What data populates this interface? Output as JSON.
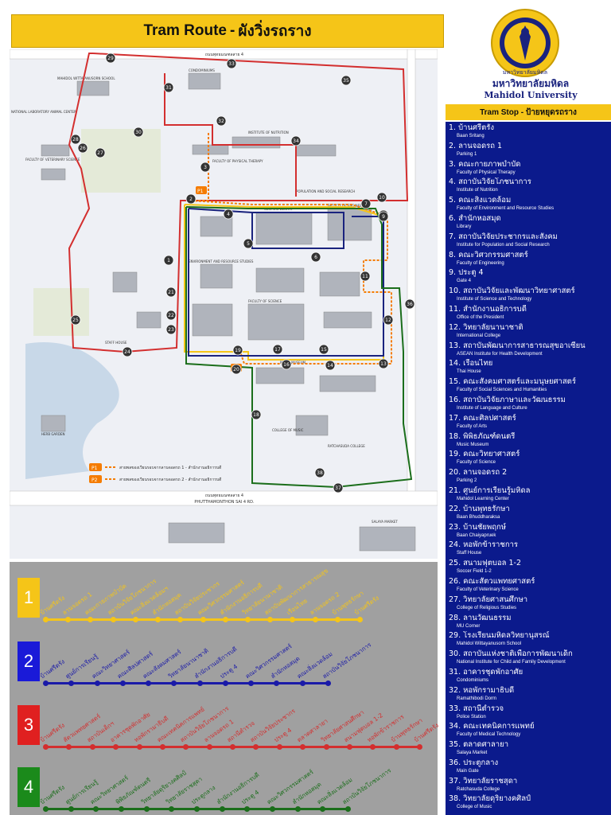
{
  "title": {
    "en": "Tram Route",
    "sep": "-",
    "th": "ผังวิ่งรถราง"
  },
  "university": {
    "th": "มหาวิทยาลัยมหิดล",
    "en": "Mahidol University",
    "seal_text": "มหาวิทยาลัยมหิดล"
  },
  "stop_header": "Tram Stop - ป้ายหยุดรถราง",
  "stops": [
    {
      "th": "1. บ้านศรีตรัง",
      "en": "Baan Sritang"
    },
    {
      "th": "2. ลานจอดรถ 1",
      "en": "Parking 1"
    },
    {
      "th": "3. คณะกายภาพบำบัด",
      "en": "Faculty of Physical Therapy"
    },
    {
      "th": "4. สถาบันวิจัยโภชนาการ",
      "en": "Institute of Nutrition"
    },
    {
      "th": "5. คณะสิ่งแวดล้อม",
      "en": "Faculty of Environment and Resource Studies"
    },
    {
      "th": "6. สำนักหอสมุด",
      "en": "Library"
    },
    {
      "th": "7. สถาบันวิจัยประชากรและสังคม",
      "en": "Institute for Population and Social Research"
    },
    {
      "th": "8. คณะวิศวกรรมศาสตร์",
      "en": "Faculty of Engineering"
    },
    {
      "th": "9. ประตู 4",
      "en": "Gate 4"
    },
    {
      "th": "10. สถาบันวิจัยและพัฒนาวิทยาศาสตร์",
      "en": "Institute of Science and Technology"
    },
    {
      "th": "11. สำนักงานอธิการบดี",
      "en": "Office of the President"
    },
    {
      "th": "12. วิทยาลัยนานาชาติ",
      "en": "International College"
    },
    {
      "th": "13. สถาบันพัฒนาการสาธารณสุขอาเซียน",
      "en": "ASEAN Institute for Health Development"
    },
    {
      "th": "14. เรือนไทย",
      "en": "Thai House"
    },
    {
      "th": "15. คณะสังคมศาสตร์และมนุษยศาสตร์",
      "en": "Faculty of Social Sciences and Humanities"
    },
    {
      "th": "16. สถาบันวิจัยภาษาและวัฒนธรรม",
      "en": "Institute of Language and Culture"
    },
    {
      "th": "17. คณะศิลปศาสตร์",
      "en": "Faculty of Arts"
    },
    {
      "th": "18. พิพิธภัณฑ์ดนตรี",
      "en": "Music Museum"
    },
    {
      "th": "19. คณะวิทยาศาสตร์",
      "en": "Faculty of Science"
    },
    {
      "th": "20. ลานจอดรถ 2",
      "en": "Parking 2"
    },
    {
      "th": "21. ศูนย์การเรียนรู้มหิดล",
      "en": "Mahidol Learning Center"
    },
    {
      "th": "22. บ้านพุทธรักษา",
      "en": "Baan Bhuddharaksa"
    },
    {
      "th": "23. บ้านชัยพฤกษ์",
      "en": "Baan Chaiyapruek"
    },
    {
      "th": "24. หอพักข้าราชการ",
      "en": "Staff House"
    },
    {
      "th": "25. สนามฟุตบอล 1-2",
      "en": "Soccer Field 1-2"
    },
    {
      "th": "26. คณะสัตวแพทยศาสตร์",
      "en": "Faculty of Veterinary Science"
    },
    {
      "th": "27. วิทยาลัยศาสนศึกษา",
      "en": "College of Religious Studies"
    },
    {
      "th": "28. ลานวัฒนธรรม",
      "en": "MU Corner"
    },
    {
      "th": "29. โรงเรียนมหิดลวิทยานุสรณ์",
      "en": "Mahidol Wittayanusorn School"
    },
    {
      "th": "30. สถาบันแห่งชาติเพื่อการพัฒนาเด็ก",
      "en": "National Institute for Child and Family Development"
    },
    {
      "th": "31. อาคารชุดพักอาศัย",
      "en": "Condominiums"
    },
    {
      "th": "32. หอพักรามาธิบดี",
      "en": "Ramathibodi Dorm"
    },
    {
      "th": "33. สถานีตำรวจ",
      "en": "Police Station"
    },
    {
      "th": "34. คณะเทคนิคการแพทย์",
      "en": "Faculty of Medical Technology"
    },
    {
      "th": "35. ตลาดศาลายา",
      "en": "Salaya Market"
    },
    {
      "th": "36. ประตูกลาง",
      "en": "Main Gate"
    },
    {
      "th": "37. วิทยาลัยราชสุดา",
      "en": "Ratchasuda College"
    },
    {
      "th": "38. วิทยาลัยดุริยางคศิลป์",
      "en": "College of Music"
    }
  ],
  "map": {
    "roads": {
      "top": "ถนนพุทธมณฑลสาย 4",
      "bottom": "PHUTTHAMONTHON SAI 4 RD.",
      "bottom2": "ถนนพุทธมณฑลสาย 4",
      "bottom_en": "PHUTTHAMONTHON SAI 4 RD."
    },
    "building_labels": [
      "MAHIDOL WITTAYANUSORN SCHOOL",
      "NATIONAL LABORATORY ANIMAL CENTER",
      "FACULTY OF VETERINARY SCIENCE",
      "CONDOMINIUMS",
      "FACULTY OF PHYSICAL THERAPY",
      "INSTITUTE OF NUTRITION",
      "POPULATION AND SOCIAL RESEARCH",
      "CENTRAL LIBRARY",
      "FACULTY OF ENGINEERING",
      "ENVIRONMENT AND RESOURCE STUDIES",
      "FACULTY OF SCIENCE",
      "SALAYA MARKET",
      "COLLEGE OF MUSIC",
      "RATCHASUDA COLLEGE",
      "STAFF HOUSE",
      "HERB GARDEN",
      "MUSIC MUSEUM"
    ],
    "legend": [
      {
        "marker": "P1",
        "text": "สายพลของเวียนรอบจากลานจอดรถ 1 - สำนักงานอธิการบดี"
      },
      {
        "marker": "P2",
        "text": "สายพลของเวียนรอบจากลานจอดรถ 2 - สำนักงานอธิการบดี"
      }
    ],
    "stop_markers": [
      "1",
      "2",
      "3",
      "4",
      "5",
      "6",
      "7",
      "8",
      "9",
      "10",
      "11",
      "12",
      "13",
      "14",
      "15",
      "16",
      "17",
      "18",
      "19",
      "20",
      "21",
      "22",
      "23",
      "24",
      "25",
      "26",
      "27",
      "28",
      "29",
      "30",
      "31",
      "32",
      "33",
      "34",
      "35",
      "36",
      "37",
      "38"
    ],
    "colors": {
      "route1": "#f5c518",
      "route2": "#1a237e",
      "route3": "#d32f2f",
      "route4": "#1b6e1b",
      "route_orange": "#f57c00"
    }
  },
  "routes": [
    {
      "number": "1",
      "color": "#f5c518",
      "box": "#f5c518",
      "stops": [
        "บ้านศรีตรัง",
        "ลานจอดรถ 1",
        "คณะกายภาพบำบัด",
        "สถาบันวิจัยโภชนาการ",
        "คณะสิ่งแวดล้อมฯ",
        "สำนักหอสมุด",
        "สถาบันวิจัยประชากร",
        "คณะวิศวกรรมศาสตร์",
        "สำนักงานอธิการบดี",
        "วิทยาลัยนานาชาติ",
        "สถาบันพัฒนาการสาธารณสุข",
        "เรือนไทย",
        "ลานจอดรถ 2",
        "บ้านพุทธรักษา",
        "บ้านศรีตรัง"
      ]
    },
    {
      "number": "2",
      "color": "#1a1aa8",
      "box": "#1a1ad8",
      "stops": [
        "บ้านศรีตรัง",
        "ศูนย์การเรียนรู้",
        "คณะวิทยาศาสตร์",
        "คณะศิลปศาสตร์",
        "คณะสังคมศาสตร์",
        "วิทยาลัยนานาชาติ",
        "สำนักงานอธิการบดี",
        "ประตู 4",
        "คณะวิศวกรรมศาสตร์",
        "สำนักหอสมุด",
        "คณะสิ่งแวดล้อม",
        "สถาบันวิจัยโภชนาการ"
      ]
    },
    {
      "number": "3",
      "color": "#d32f2f",
      "box": "#e02020",
      "stops": [
        "บ้านศรีตรัง",
        "สัตวแพทยศาสตร์",
        "สถาบันเด็กฯ",
        "อาคารชุดพักอาศัย",
        "หอพักรามาธิบดี",
        "คณะเทคนิคการแพทย์",
        "สถาบันวิจัยโภชนาการ",
        "ลานจอดรถ 1",
        "สถานีตำรวจ",
        "สถาบันวิจัยประชากร",
        "ประตู 4",
        "ตลาดศาลายา",
        "วิทยาลัยศาสนศึกษา",
        "สนามฟุตบอล 1-2",
        "หอพักข้าราชการ",
        "บ้านพุทธรักษา",
        "บ้านศรีตรัง"
      ]
    },
    {
      "number": "4",
      "color": "#1b6e1b",
      "box": "#1b8a1b",
      "stops": [
        "บ้านศรีตรัง",
        "ศูนย์การเรียนรู้",
        "คณะวิทยาศาสตร์",
        "พิพิธภัณฑ์ดนตรี",
        "วิทยาลัยดุริยางคศิลป์",
        "วิทยาลัยราชสุดา",
        "ประตูกลาง",
        "สำนักงานอธิการบดี",
        "ประตู 4",
        "คณะวิศวกรรมศาสตร์",
        "สำนักหอสมุด",
        "คณะสิ่งแวดล้อม",
        "สถาบันวิจัยโภชนาการ"
      ]
    }
  ]
}
